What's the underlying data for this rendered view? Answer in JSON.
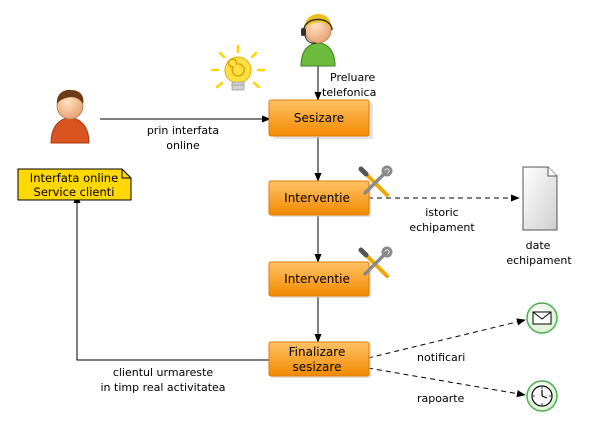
{
  "nodes": {
    "sesizare": "Sesizare",
    "interventie_1": "Interventie",
    "interventie_2": "Interventie",
    "finalizare": [
      "Finalizare",
      "sesizare"
    ],
    "note": [
      "Interfata online",
      "Service clienti"
    ],
    "date_echipament": [
      "date",
      "echipament"
    ]
  },
  "edge_labels": {
    "preluare": [
      "Preluare",
      "telefonica"
    ],
    "prin_interfata": [
      "prin interfata",
      "online"
    ],
    "istoric": [
      "istoric",
      "echipament"
    ],
    "clientul": [
      "clientul urmareste",
      "in timp real activitatea"
    ],
    "notificari": "notificari",
    "rapoarte": "rapoarte"
  },
  "icons": {
    "customer": "customer-person-icon",
    "operator": "call-operator-headset-icon",
    "idea": "lightbulb-idea-icon",
    "tools": "tools-wrench-screwdriver-icon",
    "document": "document-icon",
    "email_event": "envelope-message-icon",
    "timer_event": "clock-timer-icon"
  },
  "colors": {
    "task_fill_top": "#ffb347",
    "task_fill_bottom": "#f28a00",
    "task_border": "#e07a00",
    "note_fill": "#ffd800",
    "event_border": "#4caf50",
    "customer_shirt": "#d9541e",
    "operator_shirt": "#6dbb3c"
  }
}
